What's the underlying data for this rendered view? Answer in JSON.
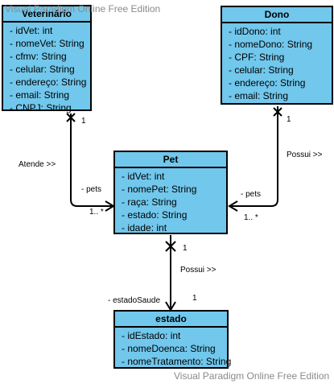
{
  "watermark": "Visual Paradigm Online Free Edition",
  "classes": {
    "veterinario": {
      "name": "Veterinário",
      "attributes": [
        "- idVet: int",
        "- nomeVet: String",
        "- cfmv: String",
        "- celular: String",
        "- endereço: String",
        "- email: String",
        "- CNPJ: String"
      ]
    },
    "dono": {
      "name": "Dono",
      "attributes": [
        "- idDono: int",
        "- nomeDono: String",
        "- CPF: String",
        "- celular: String",
        "- endereço: String",
        "- email: String"
      ]
    },
    "pet": {
      "name": "Pet",
      "attributes": [
        "- idVet: int",
        "- nomePet: String",
        "- raça: String",
        "- estado: String",
        "- idade: int"
      ]
    },
    "estado": {
      "name": "estado",
      "attributes": [
        "- idEstado: int",
        "- nomeDoenca: String",
        "- nomeTratamento: String"
      ]
    }
  },
  "associations": {
    "atende": {
      "name": "Atende >>",
      "source_mult": "1",
      "target_role": "- pets",
      "target_mult": "1.. *"
    },
    "possui_dono": {
      "name": "Possui >>",
      "source_mult": "1",
      "target_role": "- pets",
      "target_mult": "1.. *"
    },
    "possui_estado": {
      "name": "Possui >>",
      "source_mult": "1",
      "target_role": "- estadoSaude",
      "target_mult": "1"
    }
  }
}
